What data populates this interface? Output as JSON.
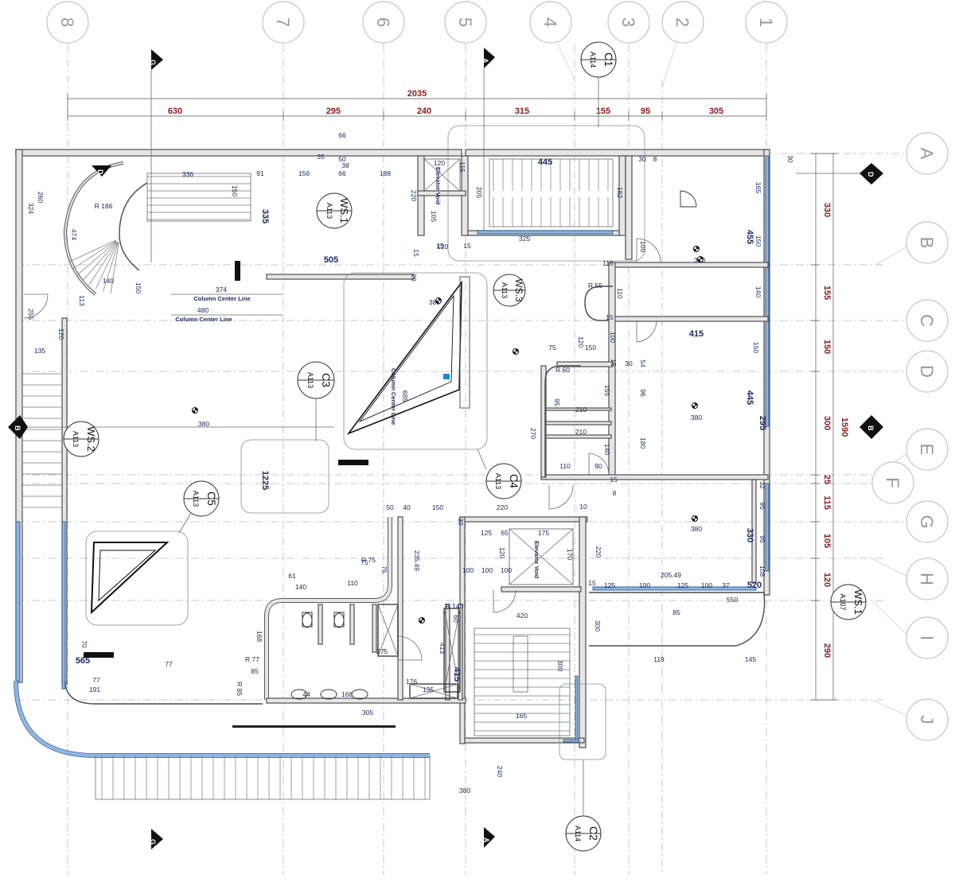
{
  "grid_bubbles_top": [
    "8",
    "7",
    "6",
    "5",
    "4",
    "3",
    "2",
    "1"
  ],
  "grid_bubbles_right": [
    "A",
    "B",
    "C",
    "D",
    "E",
    "F",
    "G",
    "H",
    "I",
    "J"
  ],
  "top_dimensions": {
    "overall": "2035",
    "segments": [
      "630",
      "295",
      "240",
      "315",
      "155",
      "95",
      "305"
    ]
  },
  "right_dimensions": {
    "overall": "1590",
    "segments": [
      "330",
      "155",
      "150",
      "300",
      "25",
      "115",
      "105",
      "120",
      "290"
    ],
    "small": "30"
  },
  "section_markers": [
    "G",
    "A",
    "D",
    "B",
    "B",
    "D",
    "G",
    "A"
  ],
  "tags": [
    {
      "id": "C1",
      "sheet": "A114"
    },
    {
      "id": "WS.1",
      "sheet": "A113"
    },
    {
      "id": "WS.3",
      "sheet": "A113"
    },
    {
      "id": "C3",
      "sheet": "A113"
    },
    {
      "id": "WS.2",
      "sheet": "A113"
    },
    {
      "id": "C4",
      "sheet": "A113"
    },
    {
      "id": "C5",
      "sheet": "A113"
    },
    {
      "id": "WS.1",
      "sheet": "A107"
    },
    {
      "id": "C2",
      "sheet": "A114"
    }
  ],
  "annotations": {
    "column_center_1": "Column Center Line",
    "column_center_2": "Column Center Line",
    "column_center_3": "Column Center Line",
    "elevator_void": "Elevator Void",
    "elevator_void_2": "Elevator Void"
  },
  "dimension_labels": [
    "66",
    "50",
    "38",
    "35",
    "336",
    "150",
    "91",
    "156",
    "66",
    "188",
    "120",
    "115",
    "445",
    "205",
    "182",
    "30",
    "8",
    "165",
    "260",
    "324",
    "474",
    "R 186",
    "335",
    "220",
    "105",
    "15",
    "325",
    "15",
    "120",
    "15",
    "505",
    "20",
    "374",
    "480",
    "140",
    "150",
    "113",
    "255",
    "135",
    "120",
    "R 55",
    "100",
    "110",
    "115",
    "380",
    "455",
    "150",
    "140",
    "380",
    "415",
    "150",
    "15",
    "100",
    "120",
    "150",
    "75",
    "R 60",
    "54",
    "30",
    "15",
    "96",
    "155",
    "95",
    "380",
    "445",
    "295",
    "210",
    "210",
    "270",
    "110",
    "90",
    "140",
    "180",
    "685",
    "1225",
    "15",
    "32",
    "95",
    "10",
    "8",
    "50",
    "40",
    "150",
    "220",
    "30",
    "125",
    "65",
    "175",
    "380",
    "330",
    "95",
    "108",
    "120",
    "235.49",
    "170",
    "220",
    "15",
    "100",
    "100",
    "100",
    "125",
    "100",
    "125",
    "100",
    "37",
    "520",
    "205.49",
    "75",
    "R 75",
    "75",
    "110",
    "61",
    "140",
    "60",
    "R 140",
    "550",
    "85",
    "168",
    "70",
    "565",
    "77",
    "R 77",
    "85",
    "R 85",
    "77",
    "191",
    "44",
    "168",
    "305",
    "176",
    "135",
    "415",
    "275",
    "413",
    "119",
    "145",
    "300",
    "420",
    "300",
    "165",
    "240",
    "380",
    "380"
  ],
  "spot_levels": [
    "380",
    "380",
    "380",
    "380",
    "380",
    "380",
    "380",
    "380"
  ]
}
